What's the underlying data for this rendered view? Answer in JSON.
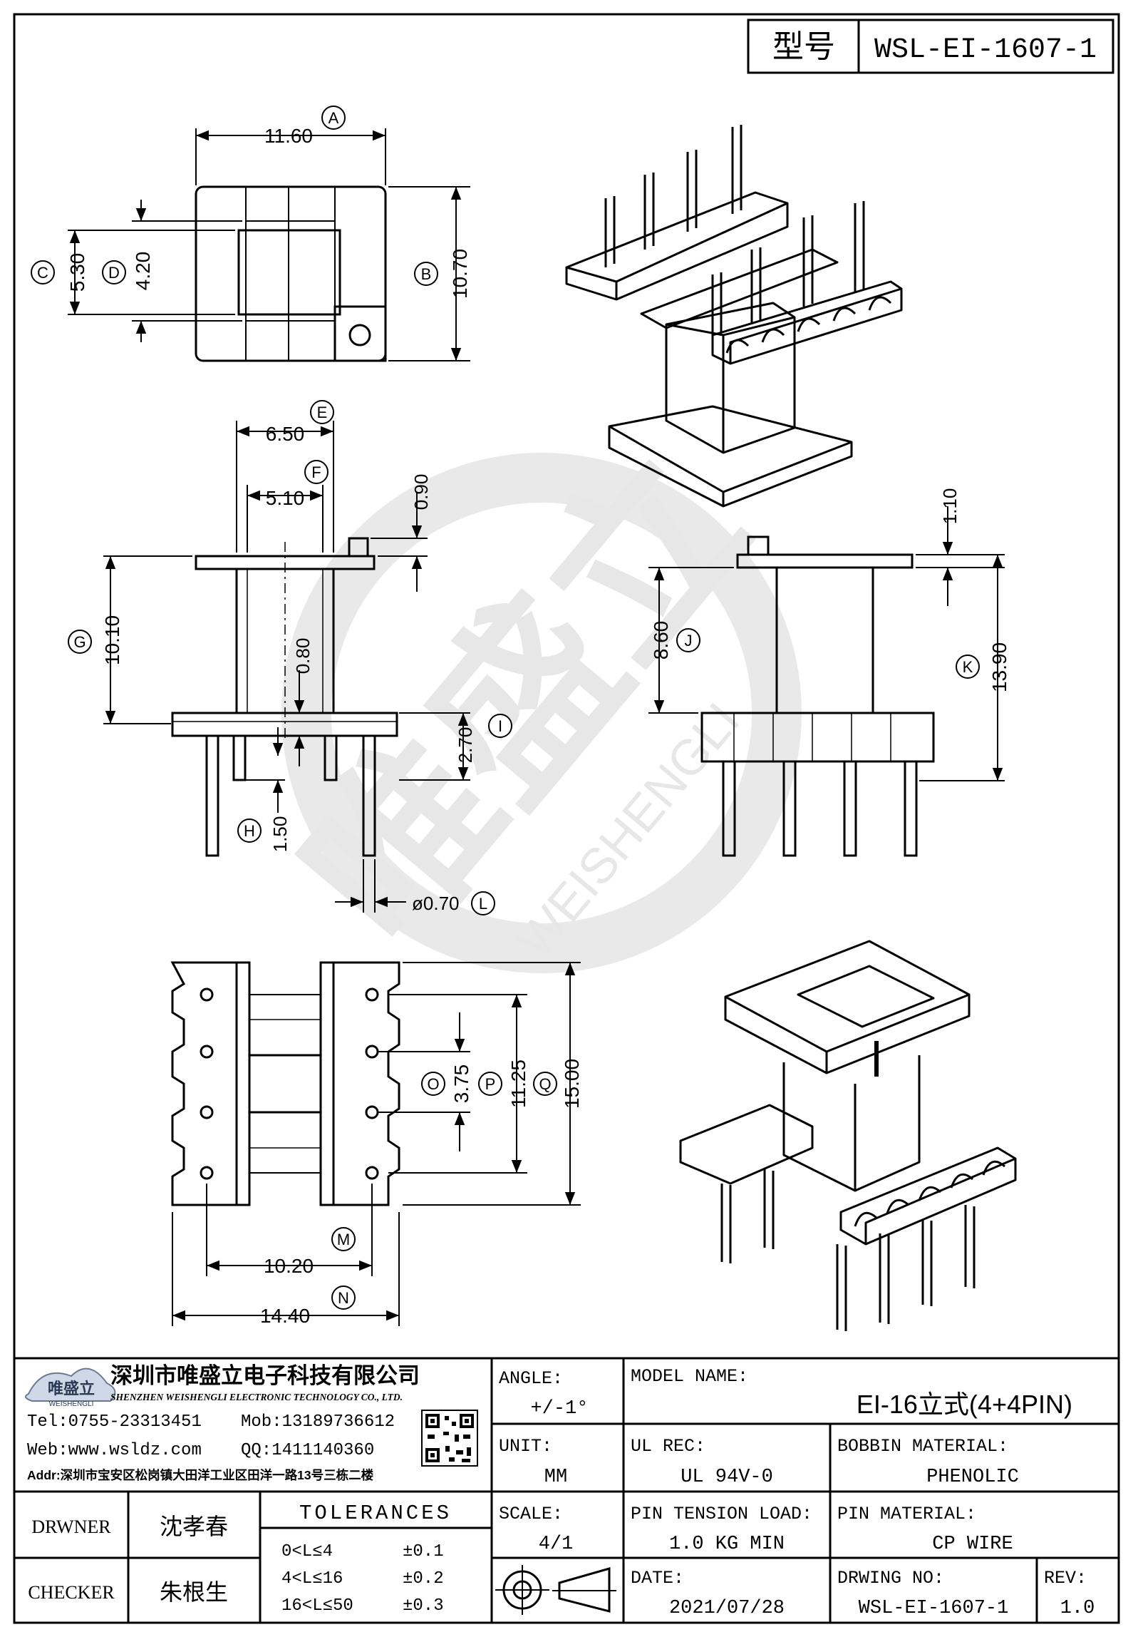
{
  "header": {
    "model_label": "型号",
    "model_value": "WSL-EI-1607-1"
  },
  "dimensions": {
    "A": "11.60",
    "B": "10.70",
    "C": "5.30",
    "D": "4.20",
    "E": "6.50",
    "F": "5.10",
    "top_090": "0.90",
    "G": "10.10",
    "mid_080": "0.80",
    "I": "2.70",
    "H": "1.50",
    "L": "ø0.70",
    "top_110": "1.10",
    "J": "8.60",
    "K": "13.90",
    "O": "3.75",
    "P": "11.25",
    "Q": "15.00",
    "M": "10.20",
    "N": "14.40"
  },
  "callouts": [
    "A",
    "B",
    "C",
    "D",
    "E",
    "F",
    "G",
    "H",
    "I",
    "J",
    "K",
    "L",
    "M",
    "N",
    "O",
    "P",
    "Q"
  ],
  "watermark": {
    "text": "唯盛立",
    "subtext": "WEISHENGLI"
  },
  "company": {
    "logo_text": "唯盛立",
    "logo_sub": "WEISHENGLI",
    "name_cn": "深圳市唯盛立电子科技有限公司",
    "name_en": "SHENZHEN WEISHENGLI ELECTRONIC TECHNOLOGY CO., LTD.",
    "tel": "Tel:0755-23313451",
    "mob": "Mob:13189736612",
    "web": "Web:www.wsldz.com",
    "qq": "QQ:1411140360",
    "addr": "Addr:深圳市宝安区松岗镇大田洋工业区田洋一路13号三栋二楼"
  },
  "title_block": {
    "angle_label": "ANGLE:",
    "angle_value": "+/-1°",
    "model_name_label": "MODEL NAME:",
    "model_name_value": "EI-16立式(4+4PIN)",
    "unit_label": "UNIT:",
    "unit_value": "MM",
    "ul_rec_label": "UL REC:",
    "ul_rec_value": "UL 94V-0",
    "bobbin_label": "BOBBIN MATERIAL:",
    "bobbin_value": "PHENOLIC",
    "drawer_label": "DRWNER",
    "drawer_value": "沈孝春",
    "checker_label": "CHECKER",
    "checker_value": "朱根生",
    "tolerances_label": "TOLERANCES",
    "tol_1_range": "0<L≤4",
    "tol_1_value": "±0.1",
    "tol_2_range": "4<L≤16",
    "tol_2_value": "±0.2",
    "tol_3_range": "16<L≤50",
    "tol_3_value": "±0.3",
    "scale_label": "SCALE:",
    "scale_value": "4/1",
    "pin_tension_label": "PIN TENSION LOAD:",
    "pin_tension_value": "1.0 KG MIN",
    "pin_material_label": "PIN MATERIAL:",
    "pin_material_value": "CP WIRE",
    "date_label": "DATE:",
    "date_value": "2021/07/28",
    "drawing_no_label": "DRWING NO:",
    "drawing_no_value": "WSL-EI-1607-1",
    "rev_label": "REV:",
    "rev_value": "1.0"
  }
}
